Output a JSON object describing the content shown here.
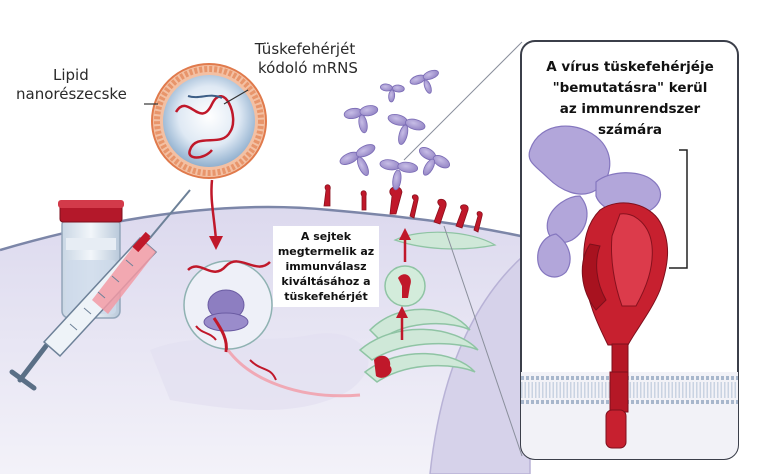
{
  "labels": {
    "lipid_line1": "Lipid",
    "lipid_line2": "nanorészecske",
    "mrna_line1": "Tüskefehérjét",
    "mrna_line2": "kódoló mRNS"
  },
  "callout": {
    "line1": "A sejtek",
    "line2": "megtermelik az",
    "line3": "immunválasz",
    "line4": "kiváltásához a",
    "line5": "tüskefehérjét"
  },
  "inset": {
    "line1": "A vírus tüskefehérjéje",
    "line2": "\"bemutatásra\" kerül",
    "line3": "az immunrendszer",
    "line4": "számára"
  },
  "colors": {
    "spike_red": "#c0182a",
    "antibody_purple": "#a79bd0",
    "cell_lavender": "#e8e6f4",
    "nanoparticle_orange": "#e8956b",
    "golgi_green": "#cfe8d8"
  }
}
